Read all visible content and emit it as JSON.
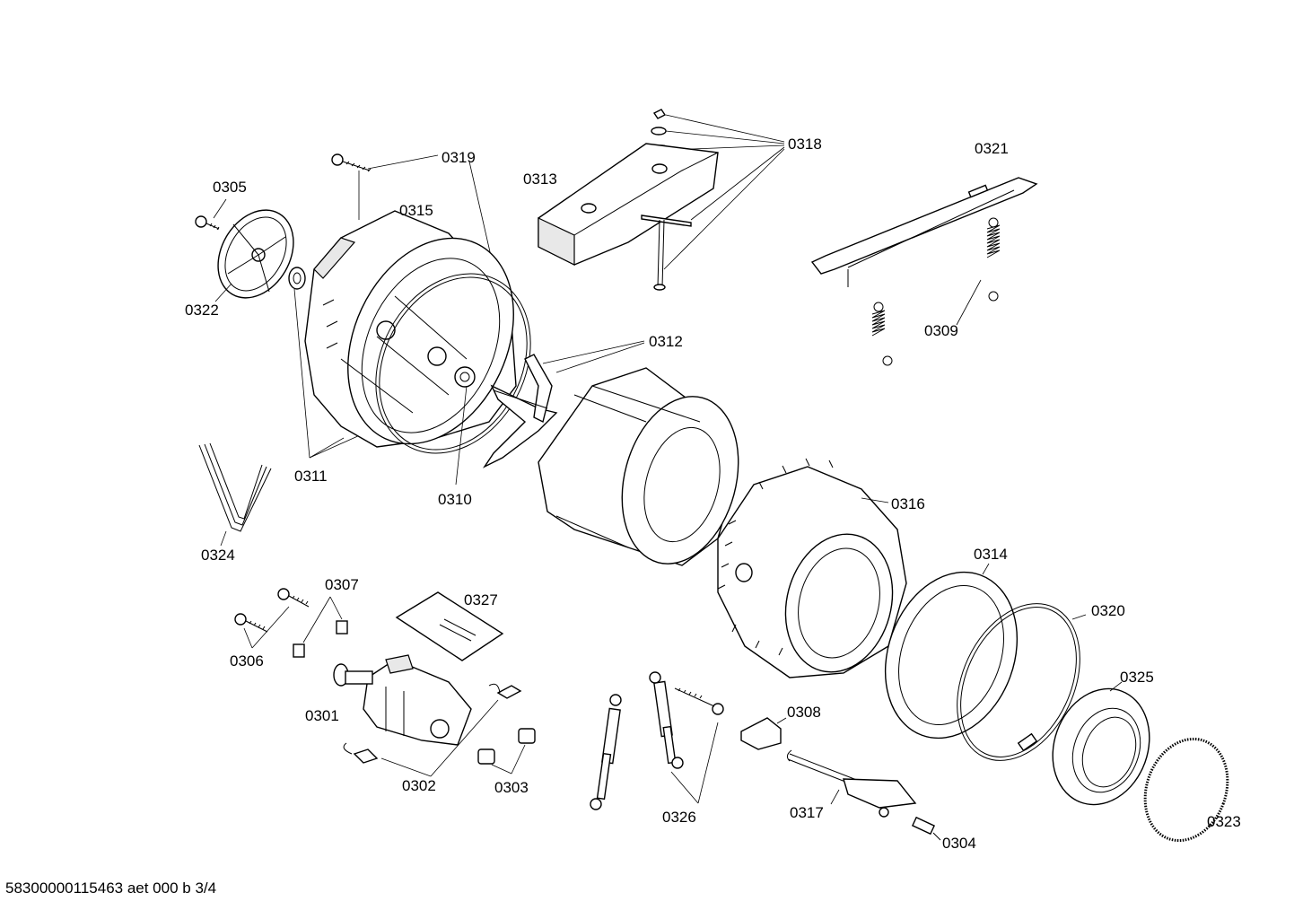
{
  "diagram": {
    "footer": "58300000115463 aet 000 b 3/4",
    "labels": {
      "p0301": "0301",
      "p0302": "0302",
      "p0303": "0303",
      "p0304": "0304",
      "p0305": "0305",
      "p0306": "0306",
      "p0307": "0307",
      "p0308": "0308",
      "p0309": "0309",
      "p0310": "0310",
      "p0311": "0311",
      "p0312": "0312",
      "p0313": "0313",
      "p0314": "0314",
      "p0315": "0315",
      "p0316": "0316",
      "p0317": "0317",
      "p0318": "0318",
      "p0319": "0319",
      "p0320": "0320",
      "p0321": "0321",
      "p0322": "0322",
      "p0323": "0323",
      "p0324": "0324",
      "p0325": "0325",
      "p0326": "0326",
      "p0327": "0327"
    }
  }
}
